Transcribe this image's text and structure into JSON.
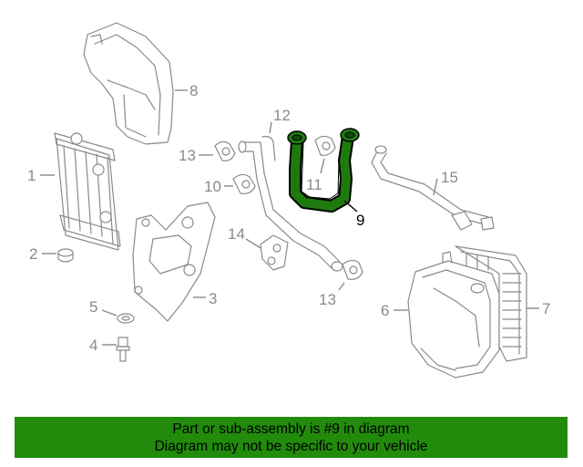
{
  "diagram": {
    "callouts": {
      "c1": "1",
      "c2": "2",
      "c3": "3",
      "c4": "4",
      "c5": "5",
      "c6": "6",
      "c7": "7",
      "c8": "8",
      "c9": "9",
      "c10": "10",
      "c11": "11",
      "c12": "12",
      "c13a": "13",
      "c13b": "13",
      "c14": "14",
      "c15": "15"
    },
    "highlight_part": "9",
    "highlight_color": "#1f7a0d",
    "line_color": "#8a8a8a"
  },
  "banner": {
    "line1": "Part or sub-assembly is #9 in diagram",
    "line2": "Diagram may not be specific to your vehicle",
    "color": "#228b0c"
  }
}
